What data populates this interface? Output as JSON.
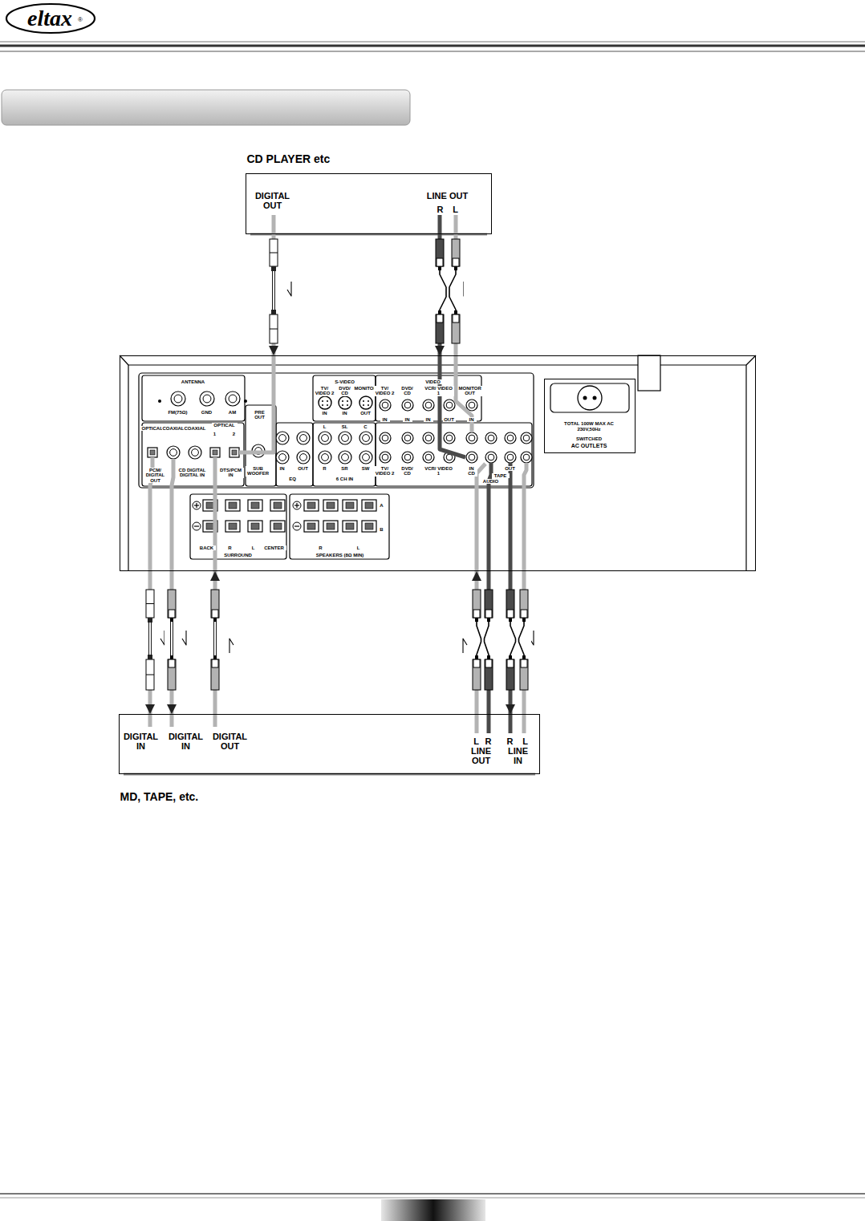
{
  "diagram": {
    "nodes": [
      {
        "text": [
          "CD PLAYER etc",
          "DIGITAL OUT",
          "LINE OUT",
          "R",
          "L"
        ]
      },
      {
        "text": [
          "ANTENNA",
          "FM(75Ω)",
          "GND",
          "AM",
          "OPTICAL",
          "COAXIAL",
          "COAXIAL",
          "OPTICAL",
          "1",
          "2",
          "PCM/ DIGITAL OUT",
          "CD DIGITAL DIGITAL IN",
          "DTS/PCM IN",
          "PRE OUT",
          "SUB WOOFER",
          "IN",
          "OUT",
          "EQ",
          "S-VIDEO",
          "VIDEO",
          "TV/ VIDEO 2",
          "DVD/ CD",
          "MONITOR",
          "IN",
          "IN",
          "OUT",
          "L",
          "SL",
          "C",
          "R",
          "SR",
          "SW",
          "6 CH IN",
          "TV/ VIDEO 2",
          "DVD/ CD",
          "VCR/ VIDEO 1",
          "MONITOR OUT",
          "IN",
          "IN",
          "IN",
          "OUT",
          "IN",
          "TV/ VIDEO 2",
          "DVD/ CD",
          "VCR/ VIDEO 1",
          "IN CD",
          "OUT",
          "TAPE",
          "AUDIO",
          "BACK",
          "R",
          "L",
          "CENTER",
          "SURROUND",
          "R",
          "L",
          "SPEAKERS (8Ω MIN)",
          "A",
          "B"
        ]
      },
      {
        "text": [
          "TOTAL 100W MAX AC 230V,50Hz",
          "SWITCHED",
          "AC OUTLETS"
        ],
        "in": 1
      },
      {
        "text": [
          "MD, TAPE, etc.",
          "DIGITAL IN",
          "DIGITAL IN",
          "DIGITAL OUT",
          "L",
          "R",
          "LINE OUT",
          "R",
          "L",
          "LINE IN"
        ]
      }
    ],
    "edges": [
      {
        "from": 0,
        "to": 1,
        "arrow": "to"
      },
      {
        "from": 0,
        "to": 1,
        "arrow": "to"
      },
      {
        "from": 1,
        "to": 3,
        "arrow": "to"
      },
      {
        "from": 1,
        "to": 3,
        "arrow": "to"
      },
      {
        "from": 3,
        "to": 1,
        "arrow": "to"
      },
      {
        "from": 3,
        "to": 1,
        "arrow": "to"
      },
      {
        "from": 1,
        "to": 3,
        "arrow": "to"
      }
    ],
    "labels": [
      "eltax",
      "®"
    ]
  }
}
